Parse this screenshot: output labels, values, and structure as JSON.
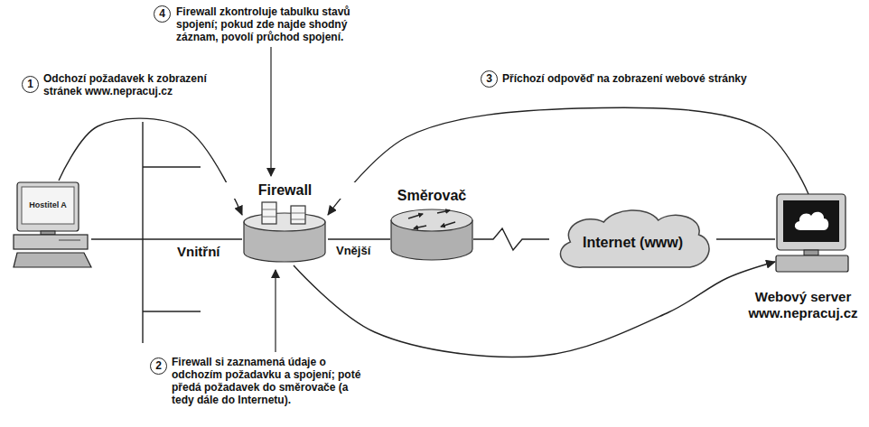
{
  "diagram": {
    "nodes": [
      {
        "text": [
          "Hostitel A"
        ]
      },
      {
        "text": [
          "Firewall"
        ]
      },
      {
        "text": [
          "Směrovač"
        ]
      },
      {
        "text": [
          "Internet (www)"
        ]
      },
      {
        "text": [
          "Webový server www.nepracuj.cz"
        ]
      }
    ],
    "edges": [
      {
        "from": 0,
        "to": 1,
        "arrow": "none"
      },
      {
        "from": 1,
        "to": 2,
        "arrow": "none"
      },
      {
        "from": 2,
        "to": 3,
        "arrow": "none"
      },
      {
        "from": 3,
        "to": 4,
        "arrow": "none"
      },
      {
        "from": 0,
        "to": 1,
        "arrow": "to"
      },
      {
        "from": 1,
        "to": 4,
        "arrow": "to"
      },
      {
        "from": 4,
        "to": 1,
        "arrow": "to"
      }
    ],
    "labels": [
      "1",
      "Odchozí požadavek k zobrazení stránek www.nepracuj.cz",
      "2",
      "Firewall si zaznamená údaje o odchozím požadavku a spojení; poté předá požadavek do směrovače (a tedy dále do Internetu).",
      "3",
      "Příchozí odpověď na zobrazení webové stránky",
      "4",
      "Firewall zkontroluje tabulku stavů spojení; pokud zde najde shodný záznam, povolí průchod spojení.",
      "Vnitřní",
      "Vnější"
    ]
  }
}
